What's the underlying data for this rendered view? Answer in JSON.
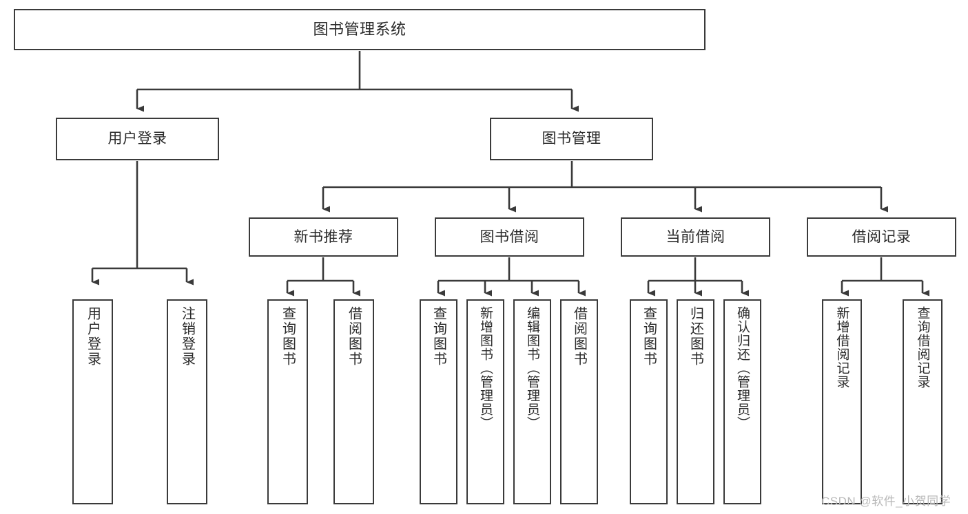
{
  "diagram": {
    "title": "图书管理系统",
    "type": "tree-hierarchy-chart",
    "orientation": "top-down",
    "colors": {
      "box_border": "#3a3a3a",
      "box_fill": "#ffffff",
      "connector": "#3a3a3a",
      "text": "#2b2b2b",
      "watermark": "#b9b9b9",
      "background": "#ffffff"
    },
    "root": {
      "label": "图书管理系统"
    },
    "level2": [
      {
        "label": "用户登录"
      },
      {
        "label": "图书管理"
      }
    ],
    "level3": [
      {
        "label": "新书推荐"
      },
      {
        "label": "图书借阅"
      },
      {
        "label": "当前借阅"
      },
      {
        "label": "借阅记录"
      }
    ],
    "leaves": {
      "user_login": [
        {
          "label": "用户登录"
        },
        {
          "label": "注销登录"
        }
      ],
      "new_book_recommend": [
        {
          "label": "查询图书"
        },
        {
          "label": "借阅图书"
        }
      ],
      "book_borrow": [
        {
          "label": "查询图书"
        },
        {
          "label": "新增图书（管理员）"
        },
        {
          "label": "编辑图书（管理员）"
        },
        {
          "label": "借阅图书"
        }
      ],
      "current_borrow": [
        {
          "label": "查询图书"
        },
        {
          "label": "归还图书"
        },
        {
          "label": "确认归还（管理员）"
        }
      ],
      "borrow_record": [
        {
          "label": "新增借阅记录"
        },
        {
          "label": "查询借阅记录"
        }
      ]
    }
  },
  "watermark": {
    "text": "CSDN @软件_小贺同学"
  }
}
